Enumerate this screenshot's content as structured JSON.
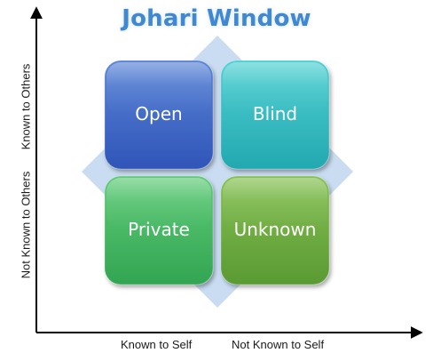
{
  "diagram": {
    "title": "Johari Window",
    "quadrants": [
      {
        "label": "Open",
        "color_top": "#5a84d6",
        "color_bottom": "#2f55b8"
      },
      {
        "label": "Blind",
        "color_top": "#4fd0d2",
        "color_bottom": "#23a8b0"
      },
      {
        "label": "Private",
        "color_top": "#5fcb78",
        "color_bottom": "#32a552"
      },
      {
        "label": "Unknown",
        "color_top": "#85c052",
        "color_bottom": "#5a9a33"
      }
    ],
    "x_axis_labels": [
      "Known to Self",
      "Not Known to Self"
    ],
    "y_axis_labels": [
      "Known to Others",
      "Not Known to Others"
    ],
    "diamond_color": "#c9dcf1",
    "axis_color": "#000000"
  }
}
